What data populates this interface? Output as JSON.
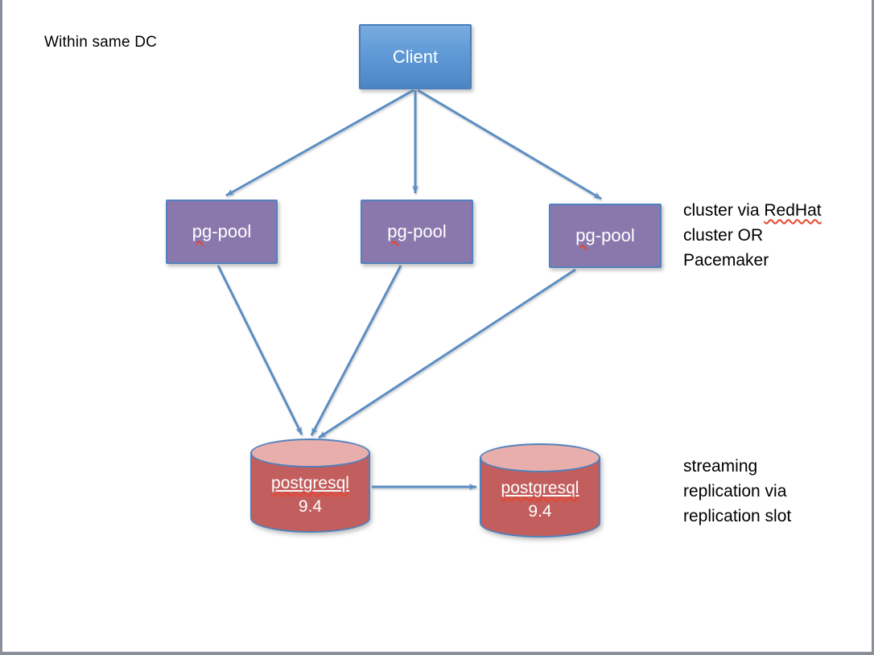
{
  "title": "Within same DC",
  "nodes": {
    "client": {
      "label": "Client"
    },
    "pgpool": {
      "label_prefix": "pg",
      "label_suffix": "-pool"
    },
    "primary_db": {
      "name": "postgresql",
      "version": "9.4"
    },
    "standby_db": {
      "name": "postgresql",
      "version": "9.4"
    }
  },
  "annotations": {
    "cluster_note": {
      "line1_prefix": "cluster via ",
      "line1_word": "RedHat",
      "line2": "cluster OR",
      "line3": "Pacemaker"
    },
    "replication_note": {
      "line1": "streaming",
      "line2": "replication via",
      "line3": "replication slot"
    }
  },
  "colors": {
    "arrow": "#5b8ec4",
    "client_fill_top": "#79ace0",
    "client_fill_bottom": "#4c86c4",
    "pgpool_fill": "#8a78ad",
    "db_body_fill": "#c25e5d",
    "db_top_fill": "#e7aeac",
    "shape_border": "#5081bd",
    "spellcheck_squiggle": "#e8442e",
    "frame_border": "#8a909a",
    "text": "#000000",
    "shape_text": "#ffffff"
  }
}
